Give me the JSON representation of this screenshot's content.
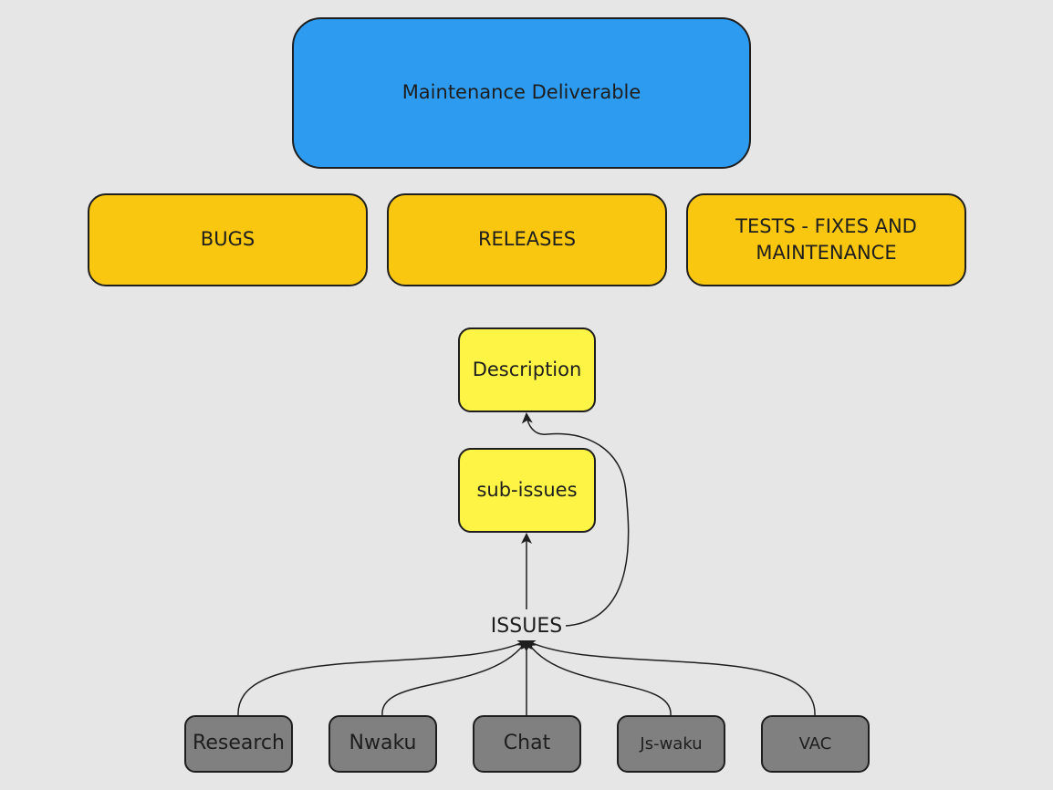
{
  "deliverable": {
    "label": "Maintenance Deliverable"
  },
  "categories": [
    {
      "label": "BUGS"
    },
    {
      "label": "RELEASES"
    },
    {
      "label": "TESTS - FIXES AND MAINTENANCE"
    }
  ],
  "description": {
    "label": "Description"
  },
  "sub_issues": {
    "label": "sub-issues"
  },
  "issues": {
    "label": "ISSUES"
  },
  "sources": [
    {
      "label": "Research"
    },
    {
      "label": "Nwaku"
    },
    {
      "label": "Chat"
    },
    {
      "label": "Js-waku"
    },
    {
      "label": "VAC"
    }
  ],
  "colors": {
    "background": "#e6e6e6",
    "deliverable": "#2d9bf0",
    "category": "#fac710",
    "note": "#fef445",
    "source": "#808080",
    "stroke": "#1e1e1e"
  }
}
